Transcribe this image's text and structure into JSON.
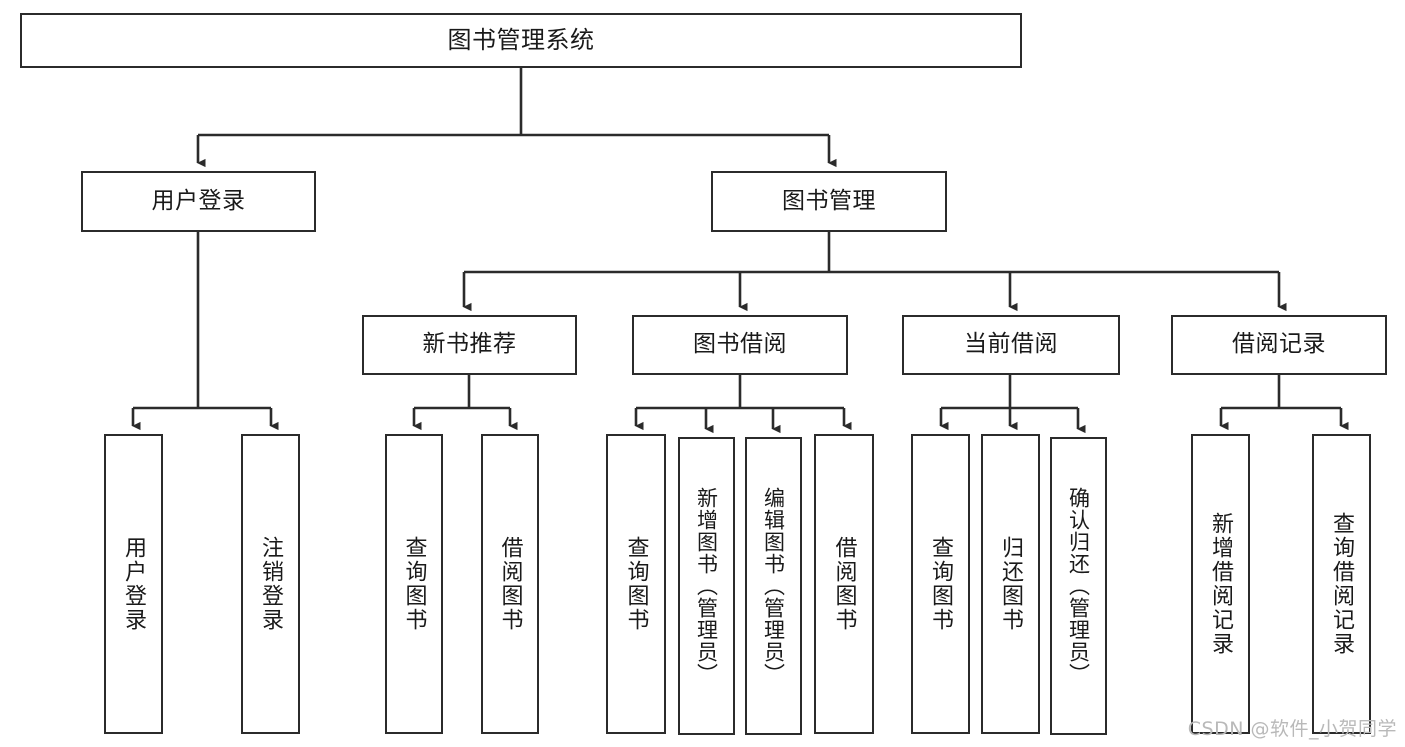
{
  "diagram": {
    "type": "tree-hierarchy",
    "title": "图书管理系统",
    "root": {
      "id": "root",
      "label": "图书管理系统"
    },
    "level1": [
      {
        "id": "user-login",
        "label": "用户登录"
      },
      {
        "id": "book-manage",
        "label": "图书管理"
      }
    ],
    "level2": [
      {
        "id": "new-book-rec",
        "label": "新书推荐",
        "parent": "book-manage"
      },
      {
        "id": "book-borrow",
        "label": "图书借阅",
        "parent": "book-manage"
      },
      {
        "id": "current-borrow",
        "label": "当前借阅",
        "parent": "book-manage"
      },
      {
        "id": "borrow-record",
        "label": "借阅记录",
        "parent": "book-manage"
      }
    ],
    "leaves": [
      {
        "id": "leaf-user-login",
        "label": "用户登录",
        "parent": "user-login"
      },
      {
        "id": "leaf-logout",
        "label": "注销登录",
        "parent": "user-login"
      },
      {
        "id": "leaf-query-book-1",
        "label": "查询图书",
        "parent": "new-book-rec"
      },
      {
        "id": "leaf-borrow-book-1",
        "label": "借阅图书",
        "parent": "new-book-rec"
      },
      {
        "id": "leaf-query-book-2",
        "label": "查询图书",
        "parent": "book-borrow"
      },
      {
        "id": "leaf-add-book",
        "label": "新增图书（管理员）",
        "parent": "book-borrow"
      },
      {
        "id": "leaf-edit-book",
        "label": "编辑图书（管理员）",
        "parent": "book-borrow"
      },
      {
        "id": "leaf-borrow-book-2",
        "label": "借阅图书",
        "parent": "book-borrow"
      },
      {
        "id": "leaf-query-book-3",
        "label": "查询图书",
        "parent": "current-borrow"
      },
      {
        "id": "leaf-return-book",
        "label": "归还图书",
        "parent": "current-borrow"
      },
      {
        "id": "leaf-confirm-return",
        "label": "确认归还（管理员）",
        "parent": "current-borrow"
      },
      {
        "id": "leaf-add-record",
        "label": "新增借阅记录",
        "parent": "borrow-record"
      },
      {
        "id": "leaf-query-record",
        "label": "查询借阅记录",
        "parent": "borrow-record"
      }
    ],
    "colors": {
      "stroke": "#2b2b2b",
      "fill": "#ffffff",
      "text": "#1a1a1a",
      "watermark": "#b9b9b9"
    }
  },
  "watermark": {
    "text": "CSDN @软件_小贺同学"
  }
}
